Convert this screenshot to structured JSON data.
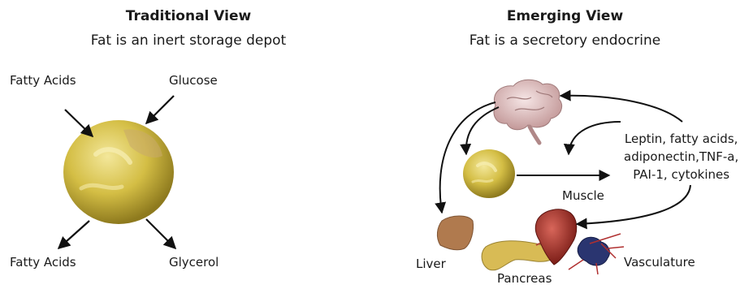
{
  "traditional": {
    "title": "Traditional View",
    "subtitle": "Fat is an inert storage depot",
    "labels": {
      "top_left": "Fatty Acids",
      "top_right": "Glucose",
      "bottom_left": "Fatty Acids",
      "bottom_right": "Glycerol"
    }
  },
  "emerging": {
    "title": "Emerging View",
    "subtitle": "Fat is a secretory endocrine",
    "secretions": [
      "Leptin, fatty acids,",
      "adiponectin,TNF-a,",
      "PAI-1, cytokines"
    ],
    "labels": {
      "muscle": "Muscle",
      "liver": "Liver",
      "pancreas": "Pancreas",
      "vasculature": "Vasculature"
    }
  },
  "colors": {
    "fat_cell": "#c9b23a",
    "fat_highlight": "#f3e79a",
    "brain": "#e6c9c9",
    "liver": "#b07a4e",
    "pancreas": "#d8bb55",
    "muscle": "#a8322a",
    "vasculature": "#2a3570",
    "arrow": "#111111"
  }
}
